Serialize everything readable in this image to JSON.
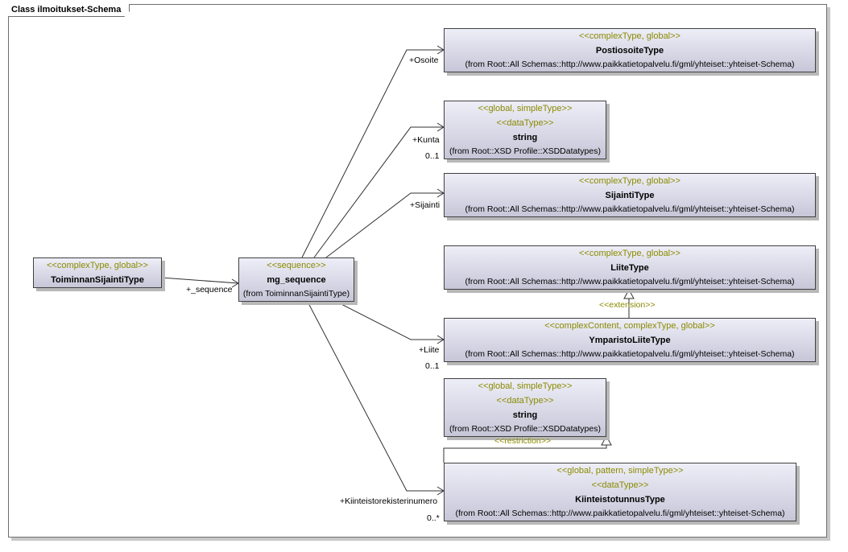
{
  "frame": {
    "title": "Class ilmoitukset-Schema"
  },
  "classes": {
    "toiminnan": {
      "stereotypes": [
        "<<complexType, global>>"
      ],
      "name": "ToiminnanSijaintiType",
      "from": ""
    },
    "mg": {
      "stereotypes": [
        "<<sequence>>"
      ],
      "name": "mg_sequence",
      "from": "(from ToiminnanSijaintiType)"
    },
    "postiosoite": {
      "stereotypes": [
        "<<complexType, global>>"
      ],
      "name": "PostiosoiteType",
      "from": "(from Root::All Schemas::http://www.paikkatietopalvelu.fi/gml/yhteiset::yhteiset-Schema)"
    },
    "string1": {
      "stereotypes": [
        "<<global, simpleType>>",
        "<<dataType>>"
      ],
      "name": "string",
      "from": "(from Root::XSD Profile::XSDDatatypes)"
    },
    "sijainti": {
      "stereotypes": [
        "<<complexType, global>>"
      ],
      "name": "SijaintiType",
      "from": "(from Root::All Schemas::http://www.paikkatietopalvelu.fi/gml/yhteiset::yhteiset-Schema)"
    },
    "liite": {
      "stereotypes": [
        "<<complexType, global>>"
      ],
      "name": "LiiteType",
      "from": "(from Root::All Schemas::http://www.paikkatietopalvelu.fi/gml/yhteiset::yhteiset-Schema)"
    },
    "ymparisto": {
      "stereotypes": [
        "<<complexContent, complexType, global>>"
      ],
      "name": "YmparistoLiiteType",
      "from": "(from Root::All Schemas::http://www.paikkatietopalvelu.fi/gml/yhteiset::yhteiset-Schema)"
    },
    "string2": {
      "stereotypes": [
        "<<global, simpleType>>",
        "<<dataType>>"
      ],
      "name": "string",
      "from": "(from Root::XSD Profile::XSDDatatypes)"
    },
    "kiinteisto": {
      "stereotypes": [
        "<<global, pattern, simpleType>>",
        "<<dataType>>"
      ],
      "name": "KiinteistotunnusType",
      "from": "(from Root::All Schemas::http://www.paikkatietopalvelu.fi/gml/yhteiset::yhteiset-Schema)"
    }
  },
  "roles": {
    "sequence": "+_sequence",
    "osoite": "+Osoite",
    "kunta": "+Kunta",
    "kunta_mult": "0..1",
    "sijainti": "+Sijainti",
    "liite": "+Liite",
    "liite_mult": "0..1",
    "kiinteisto": "+Kiinteistorekisterinumero",
    "kiinteisto_mult": "0..*"
  },
  "relations": {
    "extension": "<<extension>>",
    "restriction": "<<restriction>>"
  },
  "colors": {
    "stereotype": "#8a8a00",
    "class_fill_top": "#eeeef8",
    "class_fill_bottom": "#c6c6d8",
    "border": "#404040"
  }
}
